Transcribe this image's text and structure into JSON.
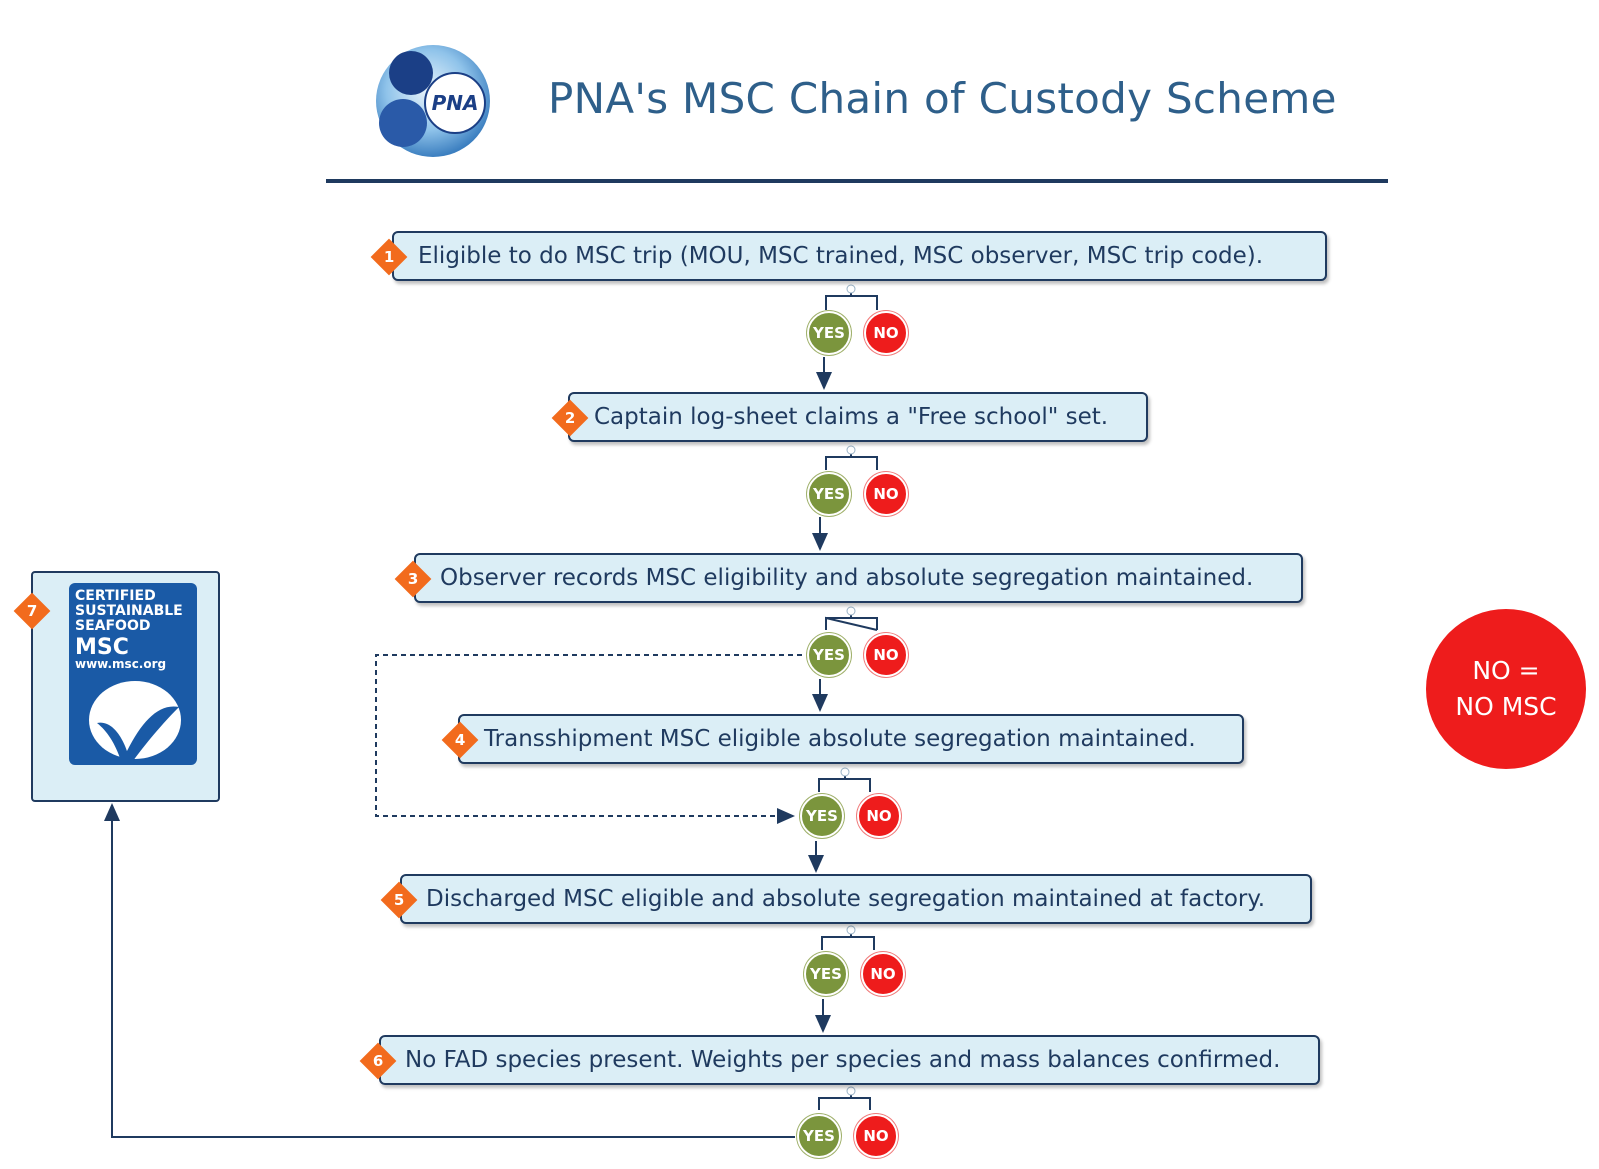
{
  "title": "PNA's MSC Chain of Custody Scheme",
  "logo": {
    "text": "PNA"
  },
  "steps": [
    {
      "num": "1",
      "text": "Eligible to do MSC trip (MOU, MSC trained, MSC observer, MSC trip code)."
    },
    {
      "num": "2",
      "text": "Captain log-sheet claims a \"Free school\" set."
    },
    {
      "num": "3",
      "text": "Observer records MSC eligibility and absolute segregation maintained."
    },
    {
      "num": "4",
      "text": "Transshipment MSC eligible absolute segregation maintained."
    },
    {
      "num": "5",
      "text": "Discharged MSC eligible and absolute segregation maintained at factory."
    },
    {
      "num": "6",
      "text": "No FAD species present. Weights per species and mass balances confirmed."
    }
  ],
  "decision": {
    "yes": "YES",
    "no": "NO"
  },
  "certified": {
    "num": "7",
    "line1": "CERTIFIED",
    "line2": "SUSTAINABLE",
    "line3": "SEAFOOD",
    "brand": "MSC",
    "url": "www.msc.org"
  },
  "no_msc": {
    "line1": "NO =",
    "line2": "NO MSC"
  },
  "colors": {
    "box_fill": "#dbeef6",
    "box_border": "#1f3a5f",
    "badge": "#f26b1d",
    "yes": "#7b953d",
    "no": "#ee1c1c",
    "title": "#2e5f8a",
    "msc_blue": "#1a5aa6"
  }
}
